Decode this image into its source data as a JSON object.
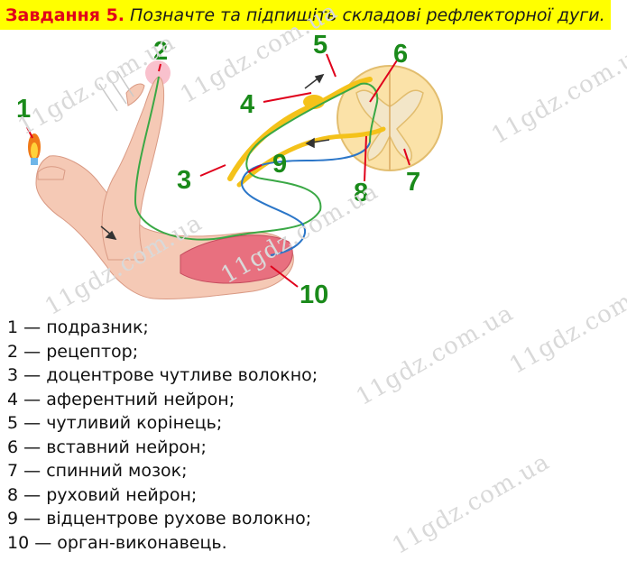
{
  "task": {
    "label": "Завдання 5.",
    "text": "Позначте та підпишіть складові рефлекторної дуги."
  },
  "figure": {
    "labels": [
      "1",
      "2",
      "3",
      "4",
      "5",
      "6",
      "7",
      "8",
      "9",
      "10"
    ],
    "colors": {
      "number": "#1a8a1a",
      "pointer": "#e0001b",
      "muscle": "#e8707f",
      "skin": "#f5c9b5",
      "cord": "#fbe2a8",
      "sensory_fiber": "#f4c21a",
      "motor_fiber": "#2b76c8",
      "path_fiber": "#3aa845"
    }
  },
  "legend": [
    {
      "n": "1",
      "text": "подразник;"
    },
    {
      "n": "2",
      "text": "рецептор;"
    },
    {
      "n": "3",
      "text": "доцентрове чутливе волокно;"
    },
    {
      "n": "4",
      "text": "аферентний нейрон;"
    },
    {
      "n": "5",
      "text": "чутливий корінець;"
    },
    {
      "n": "6",
      "text": "вставний нейрон;"
    },
    {
      "n": "7",
      "text": "спинний мозок;"
    },
    {
      "n": "8",
      "text": "руховий нейрон;"
    },
    {
      "n": "9",
      "text": "відцентрове рухове волокно;"
    },
    {
      "n": "10",
      "text": "орган-виконавець."
    }
  ],
  "separator": " — ",
  "watermark": "11gdz.com.ua"
}
